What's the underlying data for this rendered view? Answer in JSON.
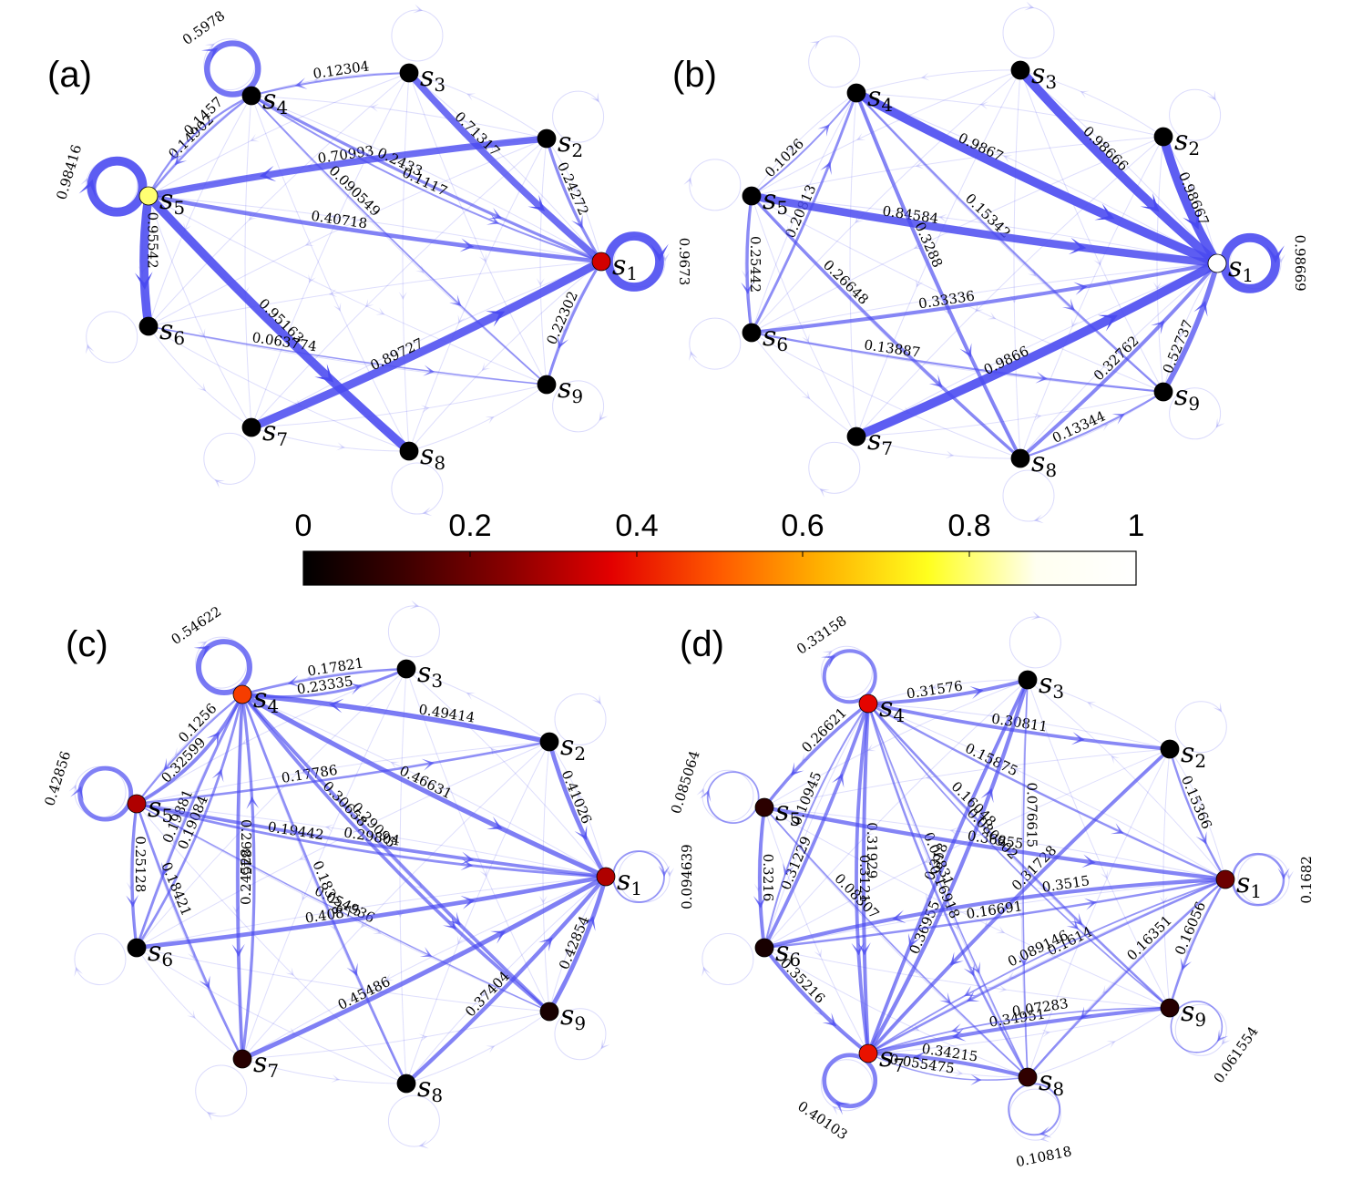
{
  "colors": {
    "edge": "#4a4af0",
    "node_outline": "#000000",
    "colormap": [
      "#000000",
      "#3c0000",
      "#8c0000",
      "#e30000",
      "#ff5a00",
      "#ffb000",
      "#ffff1e",
      "#fffff0",
      "#ffffff"
    ]
  },
  "colorbar": {
    "ticks": [
      "0",
      "0.2",
      "0.4",
      "0.6",
      "0.8",
      "1"
    ]
  },
  "panels": [
    {
      "label": "(a)",
      "nodes": [
        {
          "id": "s1",
          "label": "s",
          "sub": "1",
          "value": 0.35
        },
        {
          "id": "s2",
          "label": "s",
          "sub": "2",
          "value": 0.0
        },
        {
          "id": "s3",
          "label": "s",
          "sub": "3",
          "value": 0.0
        },
        {
          "id": "s4",
          "label": "s",
          "sub": "4",
          "value": 0.0
        },
        {
          "id": "s5",
          "label": "s",
          "sub": "5",
          "value": 0.8
        },
        {
          "id": "s6",
          "label": "s",
          "sub": "6",
          "value": 0.0
        },
        {
          "id": "s7",
          "label": "s",
          "sub": "7",
          "value": 0.0
        },
        {
          "id": "s8",
          "label": "s",
          "sub": "8",
          "value": 0.0
        },
        {
          "id": "s9",
          "label": "s",
          "sub": "9",
          "value": 0.0
        }
      ],
      "edges": [
        {
          "from": "s4",
          "to": "s4",
          "weight": 0.5978,
          "label": "0.5978"
        },
        {
          "from": "s3",
          "to": "s4",
          "weight": 0.12304,
          "label": "0.12304"
        },
        {
          "from": "s4",
          "to": "s5",
          "weight": 0.14902,
          "label": "0.14902"
        },
        {
          "from": "s4",
          "to": "s5",
          "weight": 0.14,
          "label": "0.1457"
        },
        {
          "from": "s5",
          "to": "s5",
          "weight": 0.98416,
          "label": "0.98416"
        },
        {
          "from": "s2",
          "to": "s5",
          "weight": 0.70993,
          "label": "0.70993"
        },
        {
          "from": "s3",
          "to": "s1",
          "weight": 0.71317,
          "label": "0.71317"
        },
        {
          "from": "s4",
          "to": "s1",
          "weight": 0.2433,
          "label": "0.2433"
        },
        {
          "from": "s4",
          "to": "s1",
          "weight": 0.1117,
          "label": "0.1117"
        },
        {
          "from": "s4",
          "to": "s9",
          "weight": 0.090549,
          "label": "0.090549"
        },
        {
          "from": "s2",
          "to": "s1",
          "weight": 0.24272,
          "label": "0.24272"
        },
        {
          "from": "s1",
          "to": "s1",
          "weight": 0.9673,
          "label": "0.9673"
        },
        {
          "from": "s5",
          "to": "s6",
          "weight": 0.95542,
          "label": "0.95542"
        },
        {
          "from": "s5",
          "to": "s1",
          "weight": 0.40718,
          "label": "0.40718"
        },
        {
          "from": "s5",
          "to": "s8",
          "weight": 0.95163,
          "label": "0.95163"
        },
        {
          "from": "s6",
          "to": "s9",
          "weight": 0.063774,
          "label": "0.063774"
        },
        {
          "from": "s7",
          "to": "s1",
          "weight": 0.89727,
          "label": "0.89727"
        },
        {
          "from": "s1",
          "to": "s9",
          "weight": 0.22302,
          "label": "0.22302"
        }
      ]
    },
    {
      "label": "(b)",
      "nodes": [
        {
          "id": "s1",
          "label": "s",
          "sub": "1",
          "value": 1.0
        },
        {
          "id": "s2",
          "label": "s",
          "sub": "2",
          "value": 0.0
        },
        {
          "id": "s3",
          "label": "s",
          "sub": "3",
          "value": 0.0
        },
        {
          "id": "s4",
          "label": "s",
          "sub": "4",
          "value": 0.0
        },
        {
          "id": "s5",
          "label": "s",
          "sub": "5",
          "value": 0.0
        },
        {
          "id": "s6",
          "label": "s",
          "sub": "6",
          "value": 0.0
        },
        {
          "id": "s7",
          "label": "s",
          "sub": "7",
          "value": 0.0
        },
        {
          "id": "s8",
          "label": "s",
          "sub": "8",
          "value": 0.0
        },
        {
          "id": "s9",
          "label": "s",
          "sub": "9",
          "value": 0.0
        }
      ],
      "edges": [
        {
          "from": "s5",
          "to": "s4",
          "weight": 0.1026,
          "label": "0.1026"
        },
        {
          "from": "s3",
          "to": "s1",
          "weight": 0.98666,
          "label": "0.98666"
        },
        {
          "from": "s2",
          "to": "s1",
          "weight": 0.98667,
          "label": "0.98667"
        },
        {
          "from": "s4",
          "to": "s1",
          "weight": 0.9867,
          "label": "0.9867"
        },
        {
          "from": "s4",
          "to": "s9",
          "weight": 0.15342,
          "label": "0.15342"
        },
        {
          "from": "s6",
          "to": "s4",
          "weight": 0.20813,
          "label": "0.20813"
        },
        {
          "from": "s5",
          "to": "s1",
          "weight": 0.84584,
          "label": "0.84584"
        },
        {
          "from": "s4",
          "to": "s8",
          "weight": 0.3288,
          "label": "0.3288"
        },
        {
          "from": "s5",
          "to": "s6",
          "weight": 0.25442,
          "label": "0.25442"
        },
        {
          "from": "s5",
          "to": "s8",
          "weight": 0.26648,
          "label": "0.26648"
        },
        {
          "from": "s6",
          "to": "s1",
          "weight": 0.33336,
          "label": "0.33336"
        },
        {
          "from": "s1",
          "to": "s1",
          "weight": 0.98669,
          "label": "0.98669"
        },
        {
          "from": "s6",
          "to": "s9",
          "weight": 0.13887,
          "label": "0.13887"
        },
        {
          "from": "s7",
          "to": "s1",
          "weight": 0.9866,
          "label": "0.9866"
        },
        {
          "from": "s8",
          "to": "s1",
          "weight": 0.32762,
          "label": "0.32762"
        },
        {
          "from": "s9",
          "to": "s1",
          "weight": 0.52737,
          "label": "0.52737"
        },
        {
          "from": "s8",
          "to": "s9",
          "weight": 0.13344,
          "label": "0.13344"
        }
      ]
    },
    {
      "label": "(c)",
      "nodes": [
        {
          "id": "s1",
          "label": "s",
          "sub": "1",
          "value": 0.3
        },
        {
          "id": "s2",
          "label": "s",
          "sub": "2",
          "value": 0.0
        },
        {
          "id": "s3",
          "label": "s",
          "sub": "3",
          "value": 0.0
        },
        {
          "id": "s4",
          "label": "s",
          "sub": "4",
          "value": 0.46
        },
        {
          "id": "s5",
          "label": "s",
          "sub": "5",
          "value": 0.3
        },
        {
          "id": "s6",
          "label": "s",
          "sub": "6",
          "value": 0.0
        },
        {
          "id": "s7",
          "label": "s",
          "sub": "7",
          "value": 0.08
        },
        {
          "id": "s8",
          "label": "s",
          "sub": "8",
          "value": 0.0
        },
        {
          "id": "s9",
          "label": "s",
          "sub": "9",
          "value": 0.05
        }
      ],
      "edges": [
        {
          "from": "s4",
          "to": "s4",
          "weight": 0.54622,
          "label": "0.54622"
        },
        {
          "from": "s3",
          "to": "s4",
          "weight": 0.17821,
          "label": "0.17821"
        },
        {
          "from": "s4",
          "to": "s3",
          "weight": 0.23335,
          "label": "0.23335"
        },
        {
          "from": "s4",
          "to": "s5",
          "weight": 0.1256,
          "label": "0.1256"
        },
        {
          "from": "s5",
          "to": "s4",
          "weight": 0.32599,
          "label": "0.32599"
        },
        {
          "from": "s4",
          "to": "s6",
          "weight": 0.19881,
          "label": "0.19881"
        },
        {
          "from": "s5",
          "to": "s5",
          "weight": 0.42856,
          "label": "0.42856"
        },
        {
          "from": "s5",
          "to": "s2",
          "weight": 0.17786,
          "label": "0.17786"
        },
        {
          "from": "s4",
          "to": "s1",
          "weight": 0.46631,
          "label": "0.46631"
        },
        {
          "from": "s2",
          "to": "s4",
          "weight": 0.49414,
          "label": "0.49414"
        },
        {
          "from": "s4",
          "to": "s9",
          "weight": 0.29095,
          "label": "0.29095"
        },
        {
          "from": "s5",
          "to": "s1",
          "weight": 0.29804,
          "label": "0.29804"
        },
        {
          "from": "s4",
          "to": "s9",
          "weight": 0.30658,
          "label": "0.30658"
        },
        {
          "from": "s2",
          "to": "s1",
          "weight": 0.41026,
          "label": "0.41026"
        },
        {
          "from": "s5",
          "to": "s9",
          "weight": 0.054936,
          "label": "0.054936"
        },
        {
          "from": "s1",
          "to": "s1",
          "weight": 0.094639,
          "label": "0.094639"
        },
        {
          "from": "s5",
          "to": "s6",
          "weight": 0.25128,
          "label": "0.25128"
        },
        {
          "from": "s6",
          "to": "s4",
          "weight": 0.19084,
          "label": "0.19084"
        },
        {
          "from": "s5",
          "to": "s1",
          "weight": 0.19442,
          "label": "0.19442"
        },
        {
          "from": "s4",
          "to": "s7",
          "weight": 0.29845,
          "label": "0.29845"
        },
        {
          "from": "s4",
          "to": "s8",
          "weight": 0.18378,
          "label": "0.18378"
        },
        {
          "from": "s5",
          "to": "s7",
          "weight": 0.18421,
          "label": "0.18421"
        },
        {
          "from": "s6",
          "to": "s1",
          "weight": 0.40875,
          "label": "0.40875"
        },
        {
          "from": "s7",
          "to": "s4",
          "weight": 0.24528,
          "label": "0.24528"
        },
        {
          "from": "s7",
          "to": "s1",
          "weight": 0.45486,
          "label": "0.45486"
        },
        {
          "from": "s8",
          "to": "s1",
          "weight": 0.37404,
          "label": "0.37404"
        },
        {
          "from": "s9",
          "to": "s1",
          "weight": 0.42854,
          "label": "0.42854"
        }
      ]
    },
    {
      "label": "(d)",
      "nodes": [
        {
          "id": "s1",
          "label": "s",
          "sub": "1",
          "value": 0.2
        },
        {
          "id": "s2",
          "label": "s",
          "sub": "2",
          "value": 0.0
        },
        {
          "id": "s3",
          "label": "s",
          "sub": "3",
          "value": 0.0
        },
        {
          "id": "s4",
          "label": "s",
          "sub": "4",
          "value": 0.38
        },
        {
          "id": "s5",
          "label": "s",
          "sub": "5",
          "value": 0.09
        },
        {
          "id": "s6",
          "label": "s",
          "sub": "6",
          "value": 0.05
        },
        {
          "id": "s7",
          "label": "s",
          "sub": "7",
          "value": 0.4
        },
        {
          "id": "s8",
          "label": "s",
          "sub": "8",
          "value": 0.1
        },
        {
          "id": "s9",
          "label": "s",
          "sub": "9",
          "value": 0.08
        }
      ],
      "edges": [
        {
          "from": "s4",
          "to": "s4",
          "weight": 0.33158,
          "label": "0.33158"
        },
        {
          "from": "s4",
          "to": "s3",
          "weight": 0.31576,
          "label": "0.31576"
        },
        {
          "from": "s3",
          "to": "s7",
          "weight": 0.318,
          "label": "0.318"
        },
        {
          "from": "s4",
          "to": "s5",
          "weight": 0.26621,
          "label": "0.26621"
        },
        {
          "from": "s5",
          "to": "s5",
          "weight": 0.085064,
          "label": "0.085064"
        },
        {
          "from": "s4",
          "to": "s2",
          "weight": 0.30811,
          "label": "0.30811"
        },
        {
          "from": "s4",
          "to": "s1",
          "weight": 0.15875,
          "label": "0.15875"
        },
        {
          "from": "s2",
          "to": "s1",
          "weight": 0.15366,
          "label": "0.15366"
        },
        {
          "from": "s1",
          "to": "s1",
          "weight": 0.1682,
          "label": "0.1682"
        },
        {
          "from": "s6",
          "to": "s4",
          "weight": 0.31229,
          "label": "0.31229"
        },
        {
          "from": "s4",
          "to": "s7",
          "weight": 0.31929,
          "label": "0.31929"
        },
        {
          "from": "s4",
          "to": "s7",
          "weight": 0.3121,
          "label": "0.3121"
        },
        {
          "from": "s7",
          "to": "s3",
          "weight": 0.36955,
          "label": "0.36955"
        },
        {
          "from": "s4",
          "to": "s8",
          "weight": 0.06831,
          "label": "0.06831"
        },
        {
          "from": "s4",
          "to": "s8",
          "weight": 0.16918,
          "label": "0.16918"
        },
        {
          "from": "s4",
          "to": "s9",
          "weight": 0.16048,
          "label": "0.16048"
        },
        {
          "from": "s2",
          "to": "s7",
          "weight": 0.31728,
          "label": "0.31728"
        },
        {
          "from": "s5",
          "to": "s1",
          "weight": 0.36855,
          "label": "0.36855"
        },
        {
          "from": "s3",
          "to": "s8",
          "weight": 0.076615,
          "label": "0.076615"
        },
        {
          "from": "s4",
          "to": "s9",
          "weight": 0.080902,
          "label": "0.080902"
        },
        {
          "from": "s6",
          "to": "s1",
          "weight": 0.16691,
          "label": "0.16691"
        },
        {
          "from": "s1",
          "to": "s6",
          "weight": 0.3515,
          "label": "0.3515"
        },
        {
          "from": "s4",
          "to": "s6",
          "weight": 0.10945,
          "label": "0.10945"
        },
        {
          "from": "s5",
          "to": "s6",
          "weight": 0.3216,
          "label": "0.3216"
        },
        {
          "from": "s6",
          "to": "s7",
          "weight": 0.35216,
          "label": "0.35216"
        },
        {
          "from": "s1",
          "to": "s7",
          "weight": 0.1614,
          "label": "0.1614"
        },
        {
          "from": "s1",
          "to": "s7",
          "weight": 0.089146,
          "label": "0.089146"
        },
        {
          "from": "s1",
          "to": "s8",
          "weight": 0.16351,
          "label": "0.16351"
        },
        {
          "from": "s1",
          "to": "s9",
          "weight": 0.16056,
          "label": "0.16056"
        },
        {
          "from": "s9",
          "to": "s7",
          "weight": 0.34951,
          "label": "0.34951"
        },
        {
          "from": "s5",
          "to": "s8",
          "weight": 0.08307,
          "label": "0.08307"
        },
        {
          "from": "s9",
          "to": "s7",
          "weight": 0.07283,
          "label": "0.07283"
        },
        {
          "from": "s8",
          "to": "s7",
          "weight": 0.34215,
          "label": "0.34215"
        },
        {
          "from": "s7",
          "to": "s8",
          "weight": 0.055475,
          "label": "0.055475"
        },
        {
          "from": "s9",
          "to": "s9",
          "weight": 0.061554,
          "label": "0.061554"
        },
        {
          "from": "s7",
          "to": "s7",
          "weight": 0.40103,
          "label": "0.40103"
        },
        {
          "from": "s8",
          "to": "s8",
          "weight": 0.10818,
          "label": "0.10818"
        }
      ]
    }
  ]
}
